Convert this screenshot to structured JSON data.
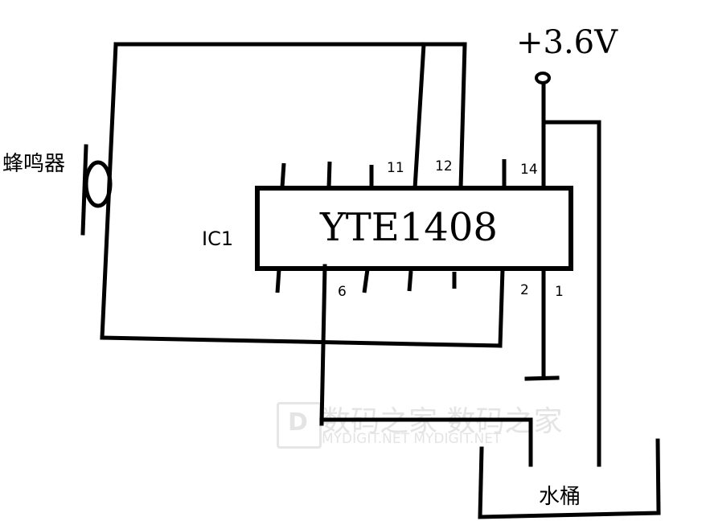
{
  "diagram": {
    "chip": {
      "name": "YTE1408",
      "designator": "IC1"
    },
    "power": {
      "label": "+3.6V"
    },
    "buzzer": {
      "label": "蜂鸣器"
    },
    "bucket": {
      "label": "水桶"
    },
    "pins": {
      "top": [
        "11",
        "12",
        "14"
      ],
      "bottom": [
        "6",
        "2",
        "1"
      ]
    },
    "watermark": {
      "cn": "数码之家 数码之家",
      "en": "MYDIGIT.NET MYDIGIT.NET",
      "logo": "D"
    }
  }
}
